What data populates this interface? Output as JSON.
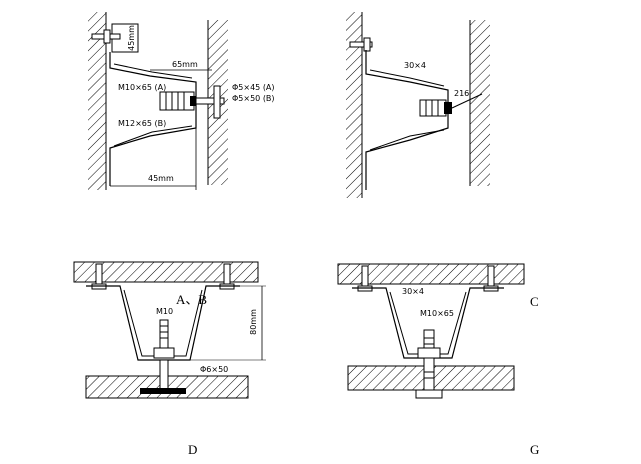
{
  "figure_a": {
    "top_dim": "45mm",
    "width_dim": "65mm",
    "bolt_a": "M10×65 (A)",
    "bolt_b": "M12×65 (B)",
    "anchor_a": "Φ5×45 (A)",
    "anchor_b": "Φ5×50 (B)",
    "bottom_dim": "45mm"
  },
  "figure_b": {
    "angle_label": "30×4",
    "depth_label": "216"
  },
  "figure_d": {
    "case_label": "A、B",
    "bolt_label": "M10",
    "height_dim": "80mm",
    "anchor_label": "Φ6×50",
    "caption": "D"
  },
  "figure_g": {
    "angle_label": "30×4",
    "bolt_label": "M10×65",
    "side_label": "C",
    "caption": "G"
  }
}
